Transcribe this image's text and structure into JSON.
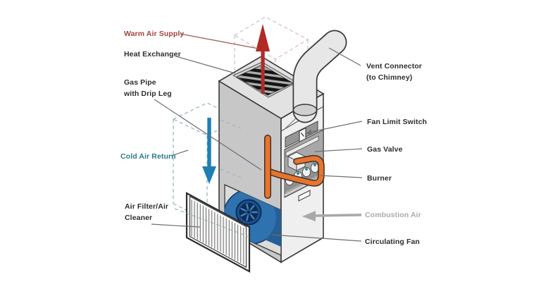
{
  "labels": {
    "warm_air_supply": "Warm Air Supply",
    "heat_exchanger": "Heat Exchanger",
    "gas_pipe": [
      "Gas Pipe",
      "with Drip Leg"
    ],
    "cold_air_return": "Cold Air Return",
    "air_filter": [
      "Air Filter/Air",
      "Cleaner"
    ],
    "vent_connector": [
      "Vent Connector",
      "(to Chimney)"
    ],
    "fan_limit_switch": "Fan Limit Switch",
    "gas_valve": "Gas Valve",
    "burner": "Burner",
    "combustion_air": "Combustion Air",
    "circulating_fan": "Circulating Fan"
  },
  "colors": {
    "warm_label": "#A4443F",
    "cold_label": "#2B7A8C",
    "combustion_label": "#ABABAB",
    "dark_label": "#2E2E2E",
    "warm_arrow": "#B02A26",
    "cold_arrow": "#1F7FB4",
    "gas_pipe_orange": "#E8742F",
    "fan_blue": "#2E72B0",
    "fan_wheel_dark": "#0E2C55",
    "furnace_left_face": "#C7C7C7",
    "furnace_right_face": "#EFEFEF",
    "furnace_top_face": "#E2E2E2",
    "vent_pipe_gray": "#E7E7E7",
    "warm_duct_dash": "#D6C6C2",
    "cold_duct_dash": "#9FBFC6",
    "leader_line": "#6E6E6E"
  }
}
